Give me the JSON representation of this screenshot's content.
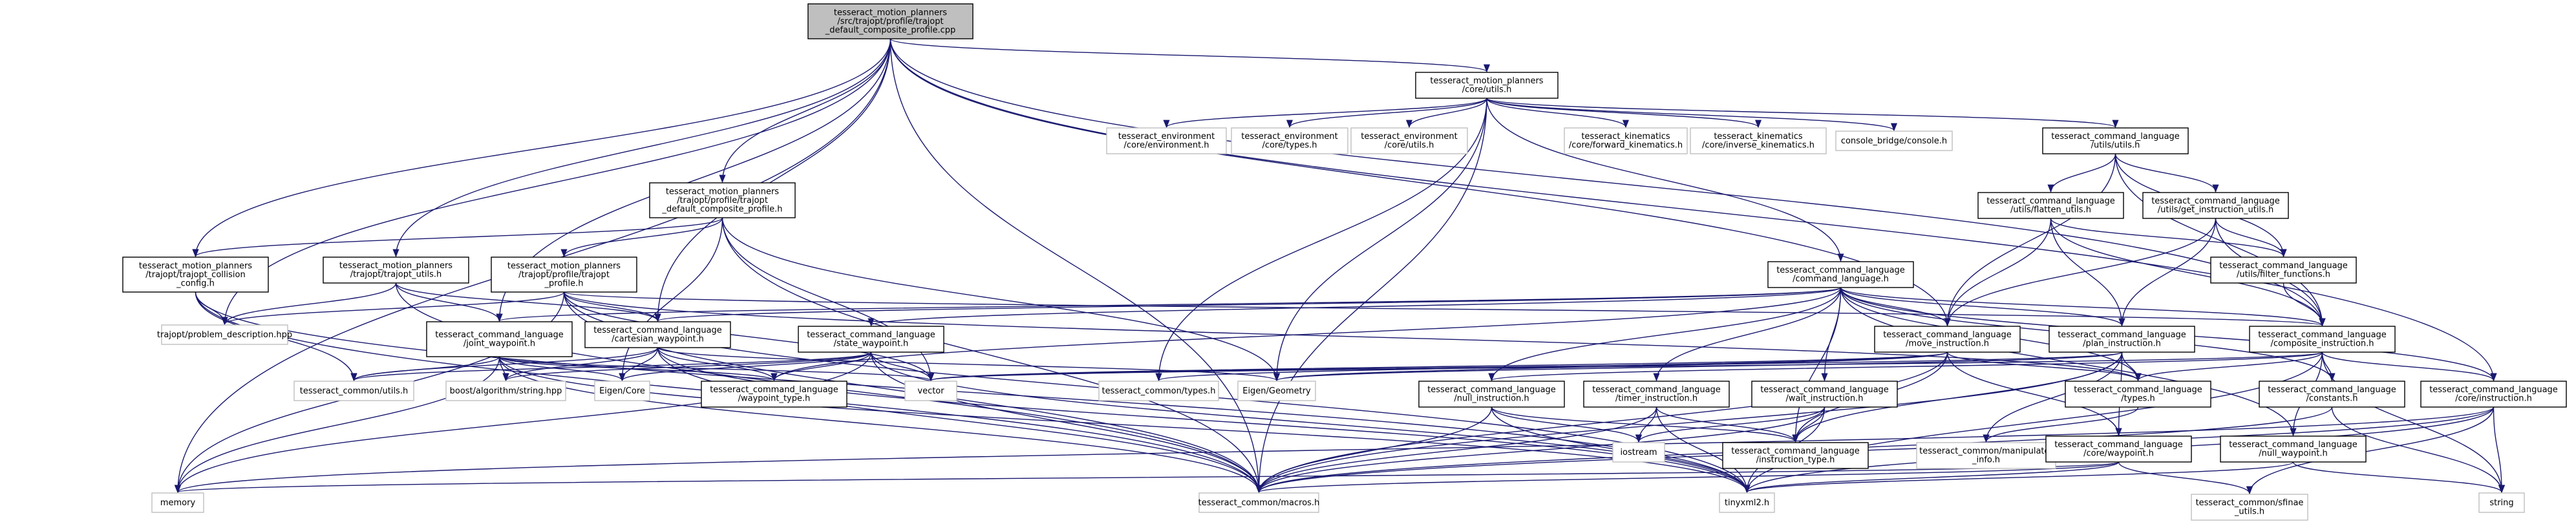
{
  "graph": {
    "title": "",
    "nodes": [
      {
        "id": "root",
        "lines": [
          "tesseract_motion_planners",
          "/src/trajopt/profile/trajopt",
          "_default_composite_profile.cpp"
        ],
        "kind": "root"
      },
      {
        "id": "core_utils",
        "lines": [
          "tesseract_motion_planners",
          "/core/utils.h"
        ],
        "kind": "file"
      },
      {
        "id": "trajopt_default_composite",
        "lines": [
          "tesseract_motion_planners",
          "/trajopt/profile/trajopt",
          "_default_composite_profile.h"
        ],
        "kind": "file"
      },
      {
        "id": "trajopt_collision_config",
        "lines": [
          "tesseract_motion_planners",
          "/trajopt/trajopt_collision",
          "_config.h"
        ],
        "kind": "file"
      },
      {
        "id": "trajopt_utils",
        "lines": [
          "tesseract_motion_planners",
          "/trajopt/trajopt_utils.h"
        ],
        "kind": "file"
      },
      {
        "id": "trajopt_profile",
        "lines": [
          "tesseract_motion_planners",
          "/trajopt/profile/trajopt",
          "_profile.h"
        ],
        "kind": "file"
      },
      {
        "id": "env_environment",
        "lines": [
          "tesseract_environment",
          "/core/environment.h"
        ],
        "kind": "ext"
      },
      {
        "id": "env_types",
        "lines": [
          "tesseract_environment",
          "/core/types.h"
        ],
        "kind": "ext"
      },
      {
        "id": "env_utils",
        "lines": [
          "tesseract_environment",
          "/core/utils.h"
        ],
        "kind": "ext"
      },
      {
        "id": "kin_fwd",
        "lines": [
          "tesseract_kinematics",
          "/core/forward_kinematics.h"
        ],
        "kind": "ext"
      },
      {
        "id": "kin_inv",
        "lines": [
          "tesseract_kinematics",
          "/core/inverse_kinematics.h"
        ],
        "kind": "ext"
      },
      {
        "id": "console_bridge",
        "lines": [
          "console_bridge/console.h"
        ],
        "kind": "ext"
      },
      {
        "id": "cl_utils",
        "lines": [
          "tesseract_command_language",
          "/utils/utils.h"
        ],
        "kind": "file"
      },
      {
        "id": "cl_flatten",
        "lines": [
          "tesseract_command_language",
          "/utils/flatten_utils.h"
        ],
        "kind": "file"
      },
      {
        "id": "cl_get_instruction",
        "lines": [
          "tesseract_command_language",
          "/utils/get_instruction_utils.h"
        ],
        "kind": "file"
      },
      {
        "id": "cl_filter",
        "lines": [
          "tesseract_command_language",
          "/utils/filter_functions.h"
        ],
        "kind": "file"
      },
      {
        "id": "cl_command_language",
        "lines": [
          "tesseract_command_language",
          "/command_language.h"
        ],
        "kind": "file"
      },
      {
        "id": "trajopt_problem",
        "lines": [
          "trajopt/problem_description.hpp"
        ],
        "kind": "ext"
      },
      {
        "id": "cl_joint_waypoint",
        "lines": [
          "tesseract_command_language",
          "/joint_waypoint.h"
        ],
        "kind": "file"
      },
      {
        "id": "cl_cartesian_waypoint",
        "lines": [
          "tesseract_command_language",
          "/cartesian_waypoint.h"
        ],
        "kind": "file"
      },
      {
        "id": "cl_state_waypoint",
        "lines": [
          "tesseract_command_language",
          "/state_waypoint.h"
        ],
        "kind": "file"
      },
      {
        "id": "cl_move_instruction",
        "lines": [
          "tesseract_command_language",
          "/move_instruction.h"
        ],
        "kind": "file"
      },
      {
        "id": "cl_plan_instruction",
        "lines": [
          "tesseract_command_language",
          "/plan_instruction.h"
        ],
        "kind": "file"
      },
      {
        "id": "cl_composite_instruction",
        "lines": [
          "tesseract_command_language",
          "/composite_instruction.h"
        ],
        "kind": "file"
      },
      {
        "id": "tc_utils",
        "lines": [
          "tesseract_common/utils.h"
        ],
        "kind": "ext"
      },
      {
        "id": "boost_string",
        "lines": [
          "boost/algorithm/string.hpp"
        ],
        "kind": "ext"
      },
      {
        "id": "eigen_core",
        "lines": [
          "Eigen/Core"
        ],
        "kind": "ext"
      },
      {
        "id": "cl_waypoint_type",
        "lines": [
          "tesseract_command_language",
          "/waypoint_type.h"
        ],
        "kind": "file"
      },
      {
        "id": "vector",
        "lines": [
          "vector"
        ],
        "kind": "ext"
      },
      {
        "id": "tc_types",
        "lines": [
          "tesseract_common/types.h"
        ],
        "kind": "ext"
      },
      {
        "id": "eigen_geometry",
        "lines": [
          "Eigen/Geometry"
        ],
        "kind": "ext"
      },
      {
        "id": "cl_null_instruction",
        "lines": [
          "tesseract_command_language",
          "/null_instruction.h"
        ],
        "kind": "file"
      },
      {
        "id": "cl_timer_instruction",
        "lines": [
          "tesseract_command_language",
          "/timer_instruction.h"
        ],
        "kind": "file"
      },
      {
        "id": "cl_wait_instruction",
        "lines": [
          "tesseract_command_language",
          "/wait_instruction.h"
        ],
        "kind": "file"
      },
      {
        "id": "cl_types",
        "lines": [
          "tesseract_command_language",
          "/types.h"
        ],
        "kind": "file"
      },
      {
        "id": "cl_constants",
        "lines": [
          "tesseract_command_language",
          "/constants.h"
        ],
        "kind": "file"
      },
      {
        "id": "cl_core_instruction",
        "lines": [
          "tesseract_command_language",
          "/core/instruction.h"
        ],
        "kind": "file"
      },
      {
        "id": "iostream",
        "lines": [
          "iostream"
        ],
        "kind": "ext"
      },
      {
        "id": "cl_instruction_type",
        "lines": [
          "tesseract_command_language",
          "/instruction_type.h"
        ],
        "kind": "file"
      },
      {
        "id": "tc_manipulator_info",
        "lines": [
          "tesseract_common/manipulator",
          "_info.h"
        ],
        "kind": "ext"
      },
      {
        "id": "cl_core_waypoint",
        "lines": [
          "tesseract_command_language",
          "/core/waypoint.h"
        ],
        "kind": "file"
      },
      {
        "id": "cl_null_waypoint",
        "lines": [
          "tesseract_command_language",
          "/null_waypoint.h"
        ],
        "kind": "file"
      },
      {
        "id": "memory",
        "lines": [
          "memory"
        ],
        "kind": "ext"
      },
      {
        "id": "tc_macros",
        "lines": [
          "tesseract_common/macros.h"
        ],
        "kind": "ext"
      },
      {
        "id": "tinyxml2",
        "lines": [
          "tinyxml2.h"
        ],
        "kind": "ext"
      },
      {
        "id": "tc_sfinae",
        "lines": [
          "tesseract_common/sfinae",
          "_utils.h"
        ],
        "kind": "ext"
      },
      {
        "id": "string",
        "lines": [
          "string"
        ],
        "kind": "ext"
      }
    ],
    "edges": [
      [
        "root",
        "core_utils"
      ],
      [
        "root",
        "trajopt_default_composite"
      ],
      [
        "root",
        "trajopt_utils"
      ],
      [
        "root",
        "trajopt_collision_config"
      ],
      [
        "root",
        "trajopt_problem"
      ],
      [
        "root",
        "memory"
      ],
      [
        "root",
        "cl_joint_waypoint"
      ],
      [
        "root",
        "cl_cartesian_waypoint"
      ],
      [
        "root",
        "cl_move_instruction"
      ],
      [
        "root",
        "cl_composite_instruction"
      ],
      [
        "root",
        "cl_core_instruction"
      ],
      [
        "root",
        "tc_macros"
      ],
      [
        "core_utils",
        "env_environment"
      ],
      [
        "core_utils",
        "env_types"
      ],
      [
        "core_utils",
        "env_utils"
      ],
      [
        "core_utils",
        "kin_fwd"
      ],
      [
        "core_utils",
        "kin_inv"
      ],
      [
        "core_utils",
        "console_bridge"
      ],
      [
        "core_utils",
        "cl_utils"
      ],
      [
        "core_utils",
        "cl_command_language"
      ],
      [
        "core_utils",
        "tc_types"
      ],
      [
        "core_utils",
        "eigen_geometry"
      ],
      [
        "core_utils",
        "tc_macros"
      ],
      [
        "trajopt_default_composite",
        "trajopt_profile"
      ],
      [
        "trajopt_default_composite",
        "trajopt_collision_config"
      ],
      [
        "trajopt_default_composite",
        "vector"
      ],
      [
        "trajopt_default_composite",
        "eigen_core"
      ],
      [
        "trajopt_default_composite",
        "eigen_geometry"
      ],
      [
        "trajopt_default_composite",
        "tc_macros"
      ],
      [
        "trajopt_collision_config",
        "trajopt_problem"
      ],
      [
        "trajopt_collision_config",
        "tc_utils"
      ],
      [
        "trajopt_collision_config",
        "tc_macros"
      ],
      [
        "trajopt_collision_config",
        "tinyxml2"
      ],
      [
        "trajopt_utils",
        "trajopt_problem"
      ],
      [
        "trajopt_utils",
        "cl_joint_waypoint"
      ],
      [
        "trajopt_utils",
        "cl_cartesian_waypoint"
      ],
      [
        "trajopt_utils",
        "tc_macros"
      ],
      [
        "trajopt_profile",
        "trajopt_problem"
      ],
      [
        "trajopt_profile",
        "cl_cartesian_waypoint"
      ],
      [
        "trajopt_profile",
        "cl_types"
      ],
      [
        "trajopt_profile",
        "tinyxml2"
      ],
      [
        "trajopt_profile",
        "vector"
      ],
      [
        "trajopt_profile",
        "memory"
      ],
      [
        "trajopt_profile",
        "cl_composite_instruction"
      ],
      [
        "trajopt_profile",
        "tc_macros"
      ],
      [
        "cl_utils",
        "cl_flatten"
      ],
      [
        "cl_utils",
        "cl_get_instruction"
      ],
      [
        "cl_utils",
        "cl_filter"
      ],
      [
        "cl_utils",
        "cl_composite_instruction"
      ],
      [
        "cl_utils",
        "cl_move_instruction"
      ],
      [
        "cl_flatten",
        "cl_filter"
      ],
      [
        "cl_flatten",
        "cl_composite_instruction"
      ],
      [
        "cl_flatten",
        "cl_move_instruction"
      ],
      [
        "cl_flatten",
        "cl_plan_instruction"
      ],
      [
        "cl_get_instruction",
        "cl_filter"
      ],
      [
        "cl_get_instruction",
        "cl_composite_instruction"
      ],
      [
        "cl_get_instruction",
        "cl_plan_instruction"
      ],
      [
        "cl_get_instruction",
        "cl_move_instruction"
      ],
      [
        "cl_filter",
        "cl_composite_instruction"
      ],
      [
        "cl_command_language",
        "cl_joint_waypoint"
      ],
      [
        "cl_command_language",
        "cl_cartesian_waypoint"
      ],
      [
        "cl_command_language",
        "cl_state_waypoint"
      ],
      [
        "cl_command_language",
        "cl_move_instruction"
      ],
      [
        "cl_command_language",
        "cl_plan_instruction"
      ],
      [
        "cl_command_language",
        "cl_composite_instruction"
      ],
      [
        "cl_command_language",
        "cl_null_instruction"
      ],
      [
        "cl_command_language",
        "cl_timer_instruction"
      ],
      [
        "cl_command_language",
        "cl_wait_instruction"
      ],
      [
        "cl_command_language",
        "cl_types"
      ],
      [
        "cl_command_language",
        "cl_constants"
      ],
      [
        "cl_command_language",
        "cl_core_instruction"
      ],
      [
        "cl_command_language",
        "cl_null_waypoint"
      ],
      [
        "cl_command_language",
        "cl_instruction_type"
      ],
      [
        "cl_command_language",
        "cl_waypoint_type"
      ],
      [
        "cl_joint_waypoint",
        "tc_utils"
      ],
      [
        "cl_joint_waypoint",
        "boost_string"
      ],
      [
        "cl_joint_waypoint",
        "eigen_core"
      ],
      [
        "cl_joint_waypoint",
        "cl_waypoint_type"
      ],
      [
        "cl_joint_waypoint",
        "vector"
      ],
      [
        "cl_joint_waypoint",
        "tinyxml2"
      ],
      [
        "cl_joint_waypoint",
        "tc_macros"
      ],
      [
        "cl_joint_waypoint",
        "memory"
      ],
      [
        "cl_cartesian_waypoint",
        "eigen_core"
      ],
      [
        "cl_cartesian_waypoint",
        "eigen_geometry"
      ],
      [
        "cl_cartesian_waypoint",
        "cl_waypoint_type"
      ],
      [
        "cl_cartesian_waypoint",
        "tc_utils"
      ],
      [
        "cl_cartesian_waypoint",
        "boost_string"
      ],
      [
        "cl_cartesian_waypoint",
        "tinyxml2"
      ],
      [
        "cl_cartesian_waypoint",
        "tc_macros"
      ],
      [
        "cl_state_waypoint",
        "eigen_core"
      ],
      [
        "cl_state_waypoint",
        "vector"
      ],
      [
        "cl_state_waypoint",
        "cl_waypoint_type"
      ],
      [
        "cl_state_waypoint",
        "tc_utils"
      ],
      [
        "cl_state_waypoint",
        "boost_string"
      ],
      [
        "cl_state_waypoint",
        "tinyxml2"
      ],
      [
        "cl_state_waypoint",
        "tc_macros"
      ],
      [
        "cl_state_waypoint",
        "memory"
      ],
      [
        "cl_move_instruction",
        "vector"
      ],
      [
        "cl_move_instruction",
        "eigen_geometry"
      ],
      [
        "cl_move_instruction",
        "cl_types"
      ],
      [
        "cl_move_instruction",
        "tc_types"
      ],
      [
        "cl_move_instruction",
        "cl_instruction_type"
      ],
      [
        "cl_move_instruction",
        "cl_core_waypoint"
      ],
      [
        "cl_move_instruction",
        "tc_macros"
      ],
      [
        "cl_plan_instruction",
        "vector"
      ],
      [
        "cl_plan_instruction",
        "eigen_geometry"
      ],
      [
        "cl_plan_instruction",
        "cl_types"
      ],
      [
        "cl_plan_instruction",
        "cl_instruction_type"
      ],
      [
        "cl_plan_instruction",
        "cl_core_waypoint"
      ],
      [
        "cl_plan_instruction",
        "tc_manipulator_info"
      ],
      [
        "cl_plan_instruction",
        "tc_macros"
      ],
      [
        "cl_composite_instruction",
        "vector"
      ],
      [
        "cl_composite_instruction",
        "cl_types"
      ],
      [
        "cl_composite_instruction",
        "cl_constants"
      ],
      [
        "cl_composite_instruction",
        "cl_core_instruction"
      ],
      [
        "cl_composite_instruction",
        "cl_null_instruction"
      ],
      [
        "cl_composite_instruction",
        "cl_null_waypoint"
      ],
      [
        "cl_composite_instruction",
        "tinyxml2"
      ],
      [
        "cl_composite_instruction",
        "string"
      ],
      [
        "cl_null_instruction",
        "iostream"
      ],
      [
        "cl_null_instruction",
        "cl_instruction_type"
      ],
      [
        "cl_null_instruction",
        "tinyxml2"
      ],
      [
        "cl_null_instruction",
        "tc_macros"
      ],
      [
        "cl_timer_instruction",
        "iostream"
      ],
      [
        "cl_timer_instruction",
        "cl_instruction_type"
      ],
      [
        "cl_timer_instruction",
        "tinyxml2"
      ],
      [
        "cl_timer_instruction",
        "tc_macros"
      ],
      [
        "cl_wait_instruction",
        "iostream"
      ],
      [
        "cl_wait_instruction",
        "cl_instruction_type"
      ],
      [
        "cl_wait_instruction",
        "tinyxml2"
      ],
      [
        "cl_wait_instruction",
        "tc_macros"
      ],
      [
        "cl_types",
        "tc_manipulator_info"
      ],
      [
        "cl_constants",
        "string"
      ],
      [
        "cl_constants",
        "tc_macros"
      ],
      [
        "cl_core_instruction",
        "memory"
      ],
      [
        "cl_core_instruction",
        "string"
      ],
      [
        "cl_core_instruction",
        "tinyxml2"
      ],
      [
        "cl_core_instruction",
        "tc_sfinae"
      ],
      [
        "cl_core_instruction",
        "tc_macros"
      ],
      [
        "cl_core_waypoint",
        "memory"
      ],
      [
        "cl_core_waypoint",
        "tinyxml2"
      ],
      [
        "cl_core_waypoint",
        "tc_sfinae"
      ],
      [
        "cl_core_waypoint",
        "tc_macros"
      ],
      [
        "cl_null_waypoint",
        "tinyxml2"
      ],
      [
        "cl_null_waypoint",
        "string"
      ]
    ]
  }
}
